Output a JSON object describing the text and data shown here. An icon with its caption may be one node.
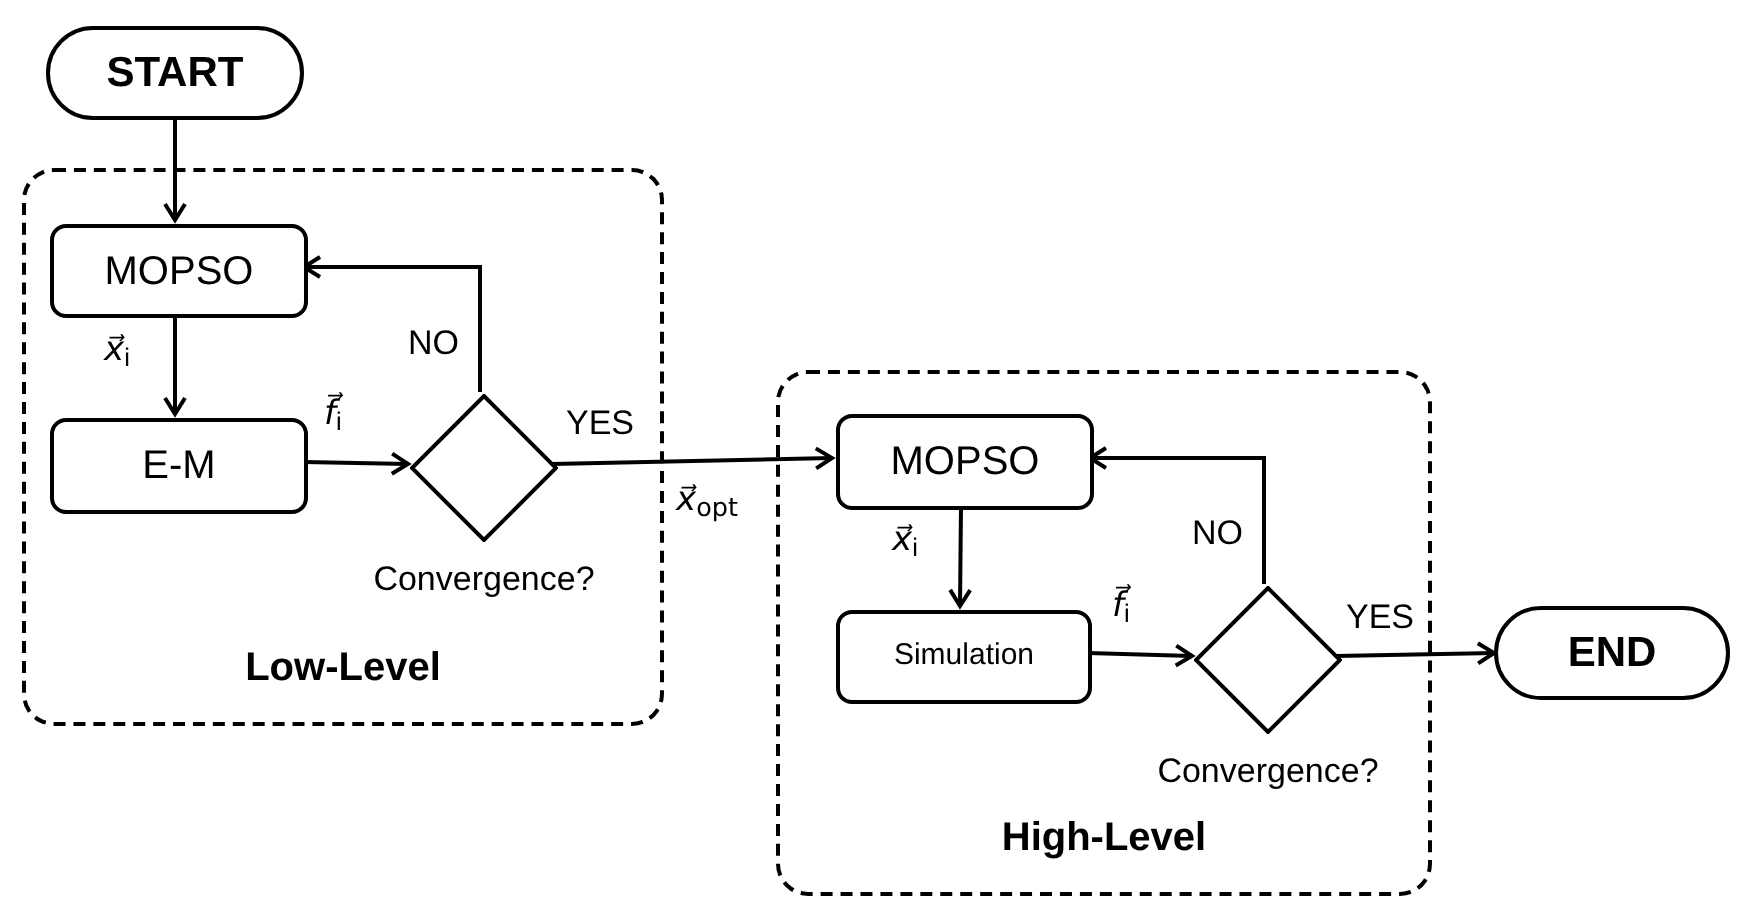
{
  "diagram": {
    "nodes": [
      {
        "text": [
          "START"
        ]
      },
      {
        "text": [
          "Low-Level"
        ]
      },
      {
        "text": [
          "MOPSO"
        ],
        "in": 1
      },
      {
        "text": [
          "E-M"
        ],
        "in": 1
      },
      {
        "text": [
          "Convergence?"
        ],
        "in": 1
      },
      {
        "text": [
          "High-Level"
        ]
      },
      {
        "text": [
          "MOPSO"
        ],
        "in": 5
      },
      {
        "text": [
          "Simulation"
        ],
        "in": 5
      },
      {
        "text": [
          "Convergence?"
        ],
        "in": 5
      },
      {
        "text": [
          "END"
        ]
      }
    ],
    "edges": [
      {
        "from": 0,
        "to": 2,
        "arrow": "to"
      },
      {
        "from": 2,
        "to": 3,
        "arrow": "to",
        "label": "*x⃗*$_{i}$"
      },
      {
        "from": 3,
        "to": 4,
        "arrow": "to",
        "label": "*f⃗*$_{i}$"
      },
      {
        "from": 4,
        "to": 2,
        "arrow": "to",
        "label": "NO"
      },
      {
        "from": 4,
        "to": 6,
        "arrow": "to",
        "label": "YES"
      },
      {
        "from": 6,
        "to": 7,
        "arrow": "to",
        "label": "*x⃗*$_{i}$"
      },
      {
        "from": 7,
        "to": 8,
        "arrow": "to",
        "label": "*f⃗*$_{i}$"
      },
      {
        "from": 8,
        "to": 6,
        "arrow": "to",
        "label": "NO"
      },
      {
        "from": 8,
        "to": 9,
        "arrow": "to",
        "label": "YES"
      }
    ],
    "labels": [
      "*x⃗*$_{opt}$"
    ]
  }
}
